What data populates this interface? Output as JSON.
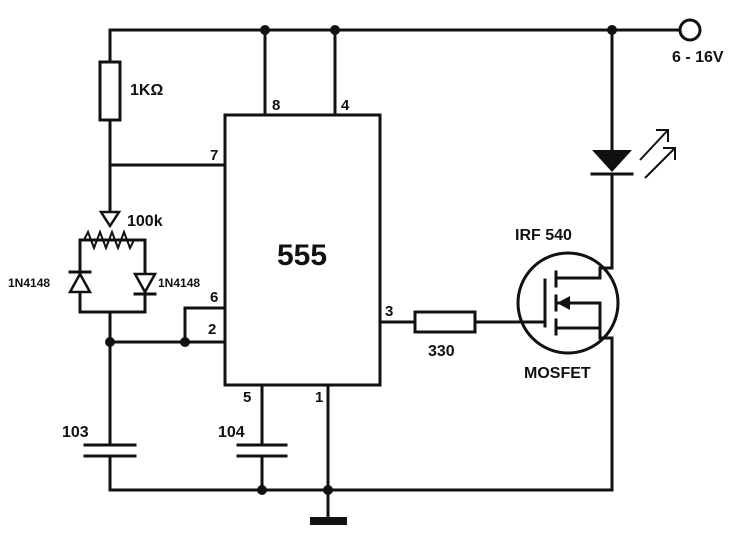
{
  "ic": {
    "label": "555"
  },
  "pins": {
    "p8": "8",
    "p4": "4",
    "p7": "7",
    "p6": "6",
    "p2": "2",
    "p3": "3",
    "p5": "5",
    "p1": "1"
  },
  "components": {
    "r1": "1KΩ",
    "pot": "100k",
    "d1": "1N4148",
    "d2": "1N4148",
    "c_timing": "103",
    "c_control": "104",
    "r_gate": "330",
    "mosfet_part": "IRF 540",
    "mosfet_type": "MOSFET"
  },
  "supply": {
    "label": "6 - 16V"
  }
}
